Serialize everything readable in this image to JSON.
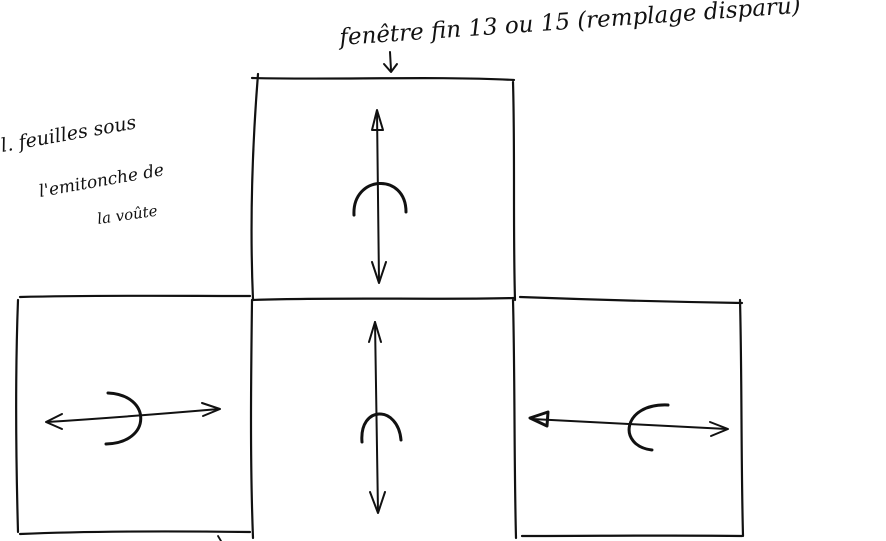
{
  "notes": {
    "top": "fenêtre fin 13 ou 15 (remplage disparu)",
    "side_line1": "l. feuilles sous",
    "side_line2": "l'emitonche de",
    "side_line3": "la voûte"
  },
  "panels": [
    {
      "id": "top-center",
      "arrow": "vertical",
      "arch": "open-down"
    },
    {
      "id": "middle-center",
      "arrow": "vertical",
      "arch": "open-down"
    },
    {
      "id": "left",
      "arrow": "horizontal",
      "arch": "open-left"
    },
    {
      "id": "right",
      "arrow": "horizontal",
      "arch": "open-right"
    }
  ],
  "ink_color": "#111111"
}
